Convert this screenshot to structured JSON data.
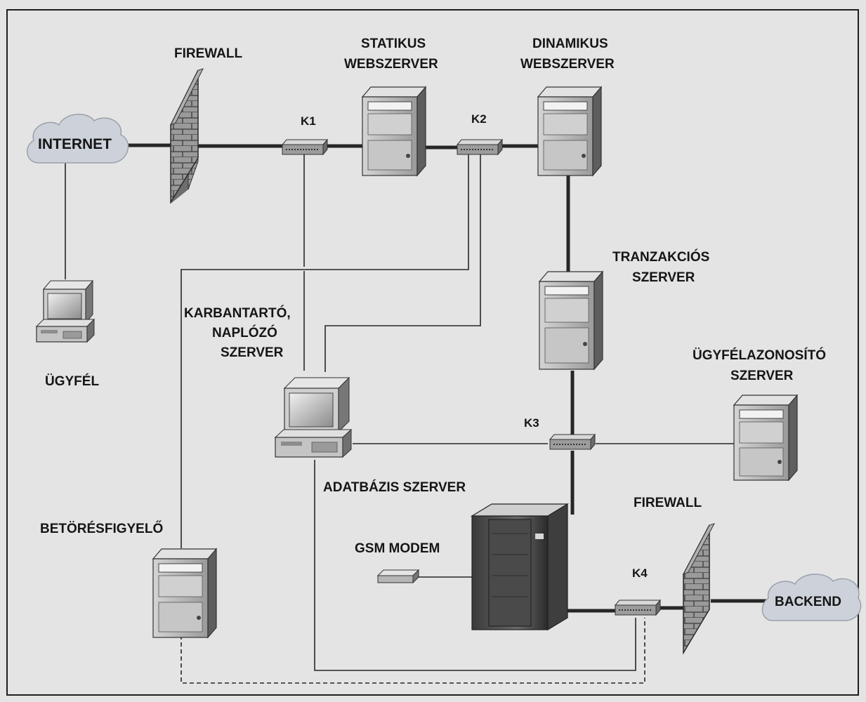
{
  "labels": {
    "internet": "INTERNET",
    "firewall_top": "FIREWALL",
    "k1": "K1",
    "static_web_1": "STATIKUS",
    "static_web_2": "WEBSZERVER",
    "k2": "K2",
    "dynamic_web_1": "DINAMIKUS",
    "dynamic_web_2": "WEBSZERVER",
    "client": "ÜGYFÉL",
    "maint_1": "KARBANTARTÓ,",
    "maint_2": "NAPLÓZÓ",
    "maint_3": "SZERVER",
    "trans_1": "TRANZAKCIÓS",
    "trans_2": "SZERVER",
    "auth_1": "ÜGYFÉLAZONOSÍTÓ",
    "auth_2": "SZERVER",
    "k3": "K3",
    "db": "ADATBÁZIS SZERVER",
    "firewall_bottom": "FIREWALL",
    "ids": "BETÖRÉSFIGYELŐ",
    "gsm": "GSM MODEM",
    "k4": "K4",
    "backend": "BACKEND"
  },
  "colors": {
    "background": "#e4e4e4",
    "line": "#2a2a2a",
    "brick": "#8a8a8a",
    "tower": "#bcbcbc",
    "cloud": "#cfd4dc"
  }
}
